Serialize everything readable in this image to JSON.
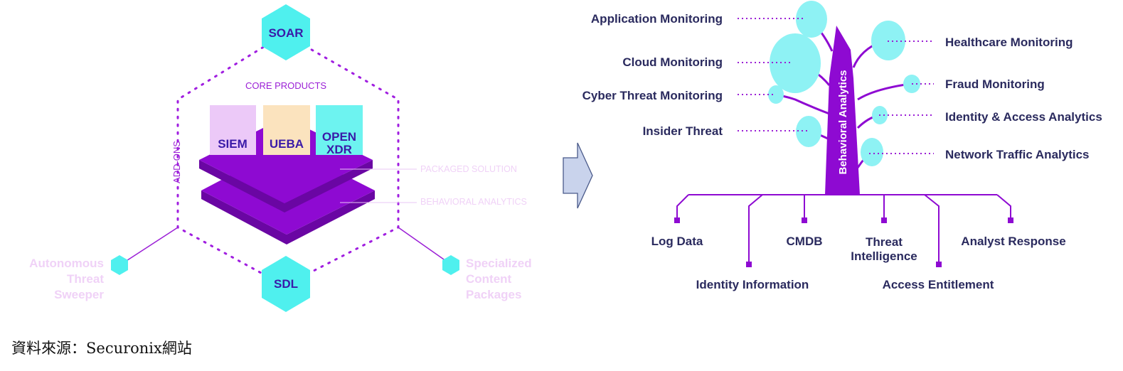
{
  "left": {
    "top_hex": "SOAR",
    "bottom_hex": "SDL",
    "core_products_label": "CORE PRODUCTS",
    "addons_label": "ADD-ONS",
    "products": [
      {
        "label": "SIEM",
        "color": "#ecc9f8"
      },
      {
        "label": "UEBA",
        "color": "#fbe3be"
      },
      {
        "label_line1": "OPEN",
        "label_line2": "XDR",
        "color": "#6df3f0"
      }
    ],
    "layers": [
      "PACKAGED SOLUTION",
      "BEHAVIORAL ANALYTICS"
    ],
    "left_addon": [
      "Autonomous",
      "Threat",
      "Sweeper"
    ],
    "right_addon": [
      "Specialized",
      "Content",
      "Packages"
    ]
  },
  "right": {
    "trunk_label": "Behavioral Analytics",
    "left_branches": [
      "Application Monitoring",
      "Cloud Monitoring",
      "Cyber Threat Monitoring",
      "Insider Threat"
    ],
    "right_branches": [
      "Healthcare Monitoring",
      "Fraud Monitoring",
      "Identity & Access Analytics",
      "Network Traffic Analytics"
    ],
    "roots_upper": [
      "Log Data",
      "CMDB",
      "Threat",
      "Intelligence",
      "Analyst Response"
    ],
    "roots_lower": [
      "Identity Information",
      "Access Entitlement"
    ]
  },
  "colors": {
    "cyan": "#4ff0ee",
    "purple": "#8e0ad2",
    "light_cyan": "#8ef2f4"
  },
  "source": "資料來源：Securonix網站"
}
